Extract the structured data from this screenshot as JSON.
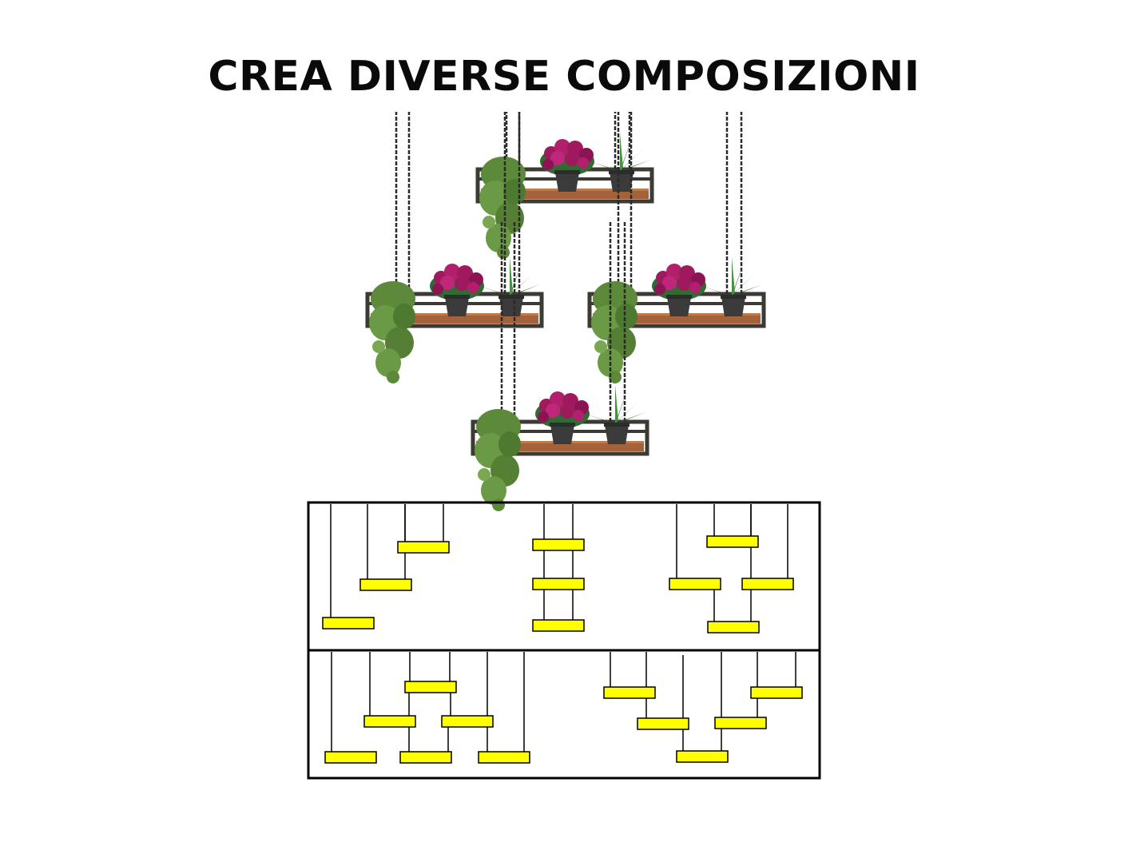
{
  "title": "CREA DIVERSE COMPOSIZIONI",
  "colors": {
    "shelf_frame": "#3d3a34",
    "shelf_wood": "#a4623a",
    "pot": "#3b3b3b",
    "flower": "#a0195f",
    "leaf": "#5c8a3a",
    "agave": "#2f6b32",
    "chain": "#2a2a2a",
    "diagram_border": "#000000",
    "diagram_shelf": "#ffff00"
  },
  "illustration": {
    "description_icon": "hanging-shelf-planters-icon",
    "shelf_count": 4
  },
  "diagram": {
    "rows": 2,
    "compositions": [
      {
        "row": 1,
        "pattern": "staircase-descending-left",
        "shelves": 3
      },
      {
        "row": 1,
        "pattern": "vertical-stack",
        "shelves": 3
      },
      {
        "row": 1,
        "pattern": "diamond",
        "shelves": 4
      },
      {
        "row": 2,
        "pattern": "pyramid",
        "shelves": 6
      },
      {
        "row": 2,
        "pattern": "v-shape",
        "shelves": 5
      }
    ]
  }
}
